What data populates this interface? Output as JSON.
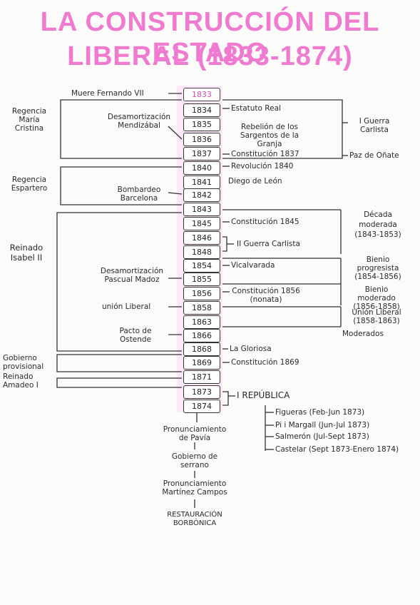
{
  "title": {
    "line1": "LA CONSTRUCCIÓN DEL ESTADO",
    "line2": "LIBERAL (1833-1874)"
  },
  "years": [
    "1833",
    "1834",
    "1835",
    "1836",
    "1837",
    "1840",
    "1841",
    "1842",
    "1843",
    "1845",
    "1846",
    "1848",
    "1854",
    "1855",
    "1856",
    "1858",
    "1863",
    "1866",
    "1868",
    "1869",
    "1871",
    "1873",
    "1874"
  ],
  "periods": {
    "regencia_maria_cristina": "Regencia\nMaría\nCristina",
    "regencia_espartero": "Regencia\nEspartero",
    "reinado_isabel": "Reinado\nIsabel II",
    "gobierno_provisional": "Gobierno\nprovisional",
    "reinado_amadeo": "Reinado\nAmadeo I"
  },
  "left_events": {
    "muere_fernando": "Muere Fernando VII",
    "desamortizacion_mendizabal": "Desamortización\nMendizábal",
    "bombardeo_barcelona": "Bombardeo\nBarcelona",
    "desamortizacion_madoz": "Desamortización\nPascual Madoz",
    "union_liberal": "unión Liberal",
    "pacto_ostende": "Pacto de\nOstende"
  },
  "right_events": {
    "estatuto_real": "Estatuto Real",
    "rebelion_granja": "Rebelión de los\nSargentos de la\nGranja",
    "constitucion_1837": "Constitución 1837",
    "revolucion_1840": "Revolución 1840",
    "diego_leon": "Diego de León",
    "constitucion_1845": "Constitución 1845",
    "guerra_carlista_2": "II Guerra Carlista",
    "vicalvarada": "Vicalvarada",
    "constitucion_1856": "Constitución 1856\n(nonata)",
    "la_gloriosa": "La Gloriosa",
    "constitucion_1869": "Constitución 1869",
    "republica": "I REPÚBLICA"
  },
  "far_right": {
    "guerra_carlista_1": "I Guerra\nCarlista",
    "paz_onate": "Paz de Oñate",
    "decada_moderada": "Década\nmoderada\n(1843-1853)",
    "bienio_progresista": "Bienio\nprogresista\n(1854-1856)",
    "bienio_moderado": "Bienio\nmoderado\n(1856-1858)",
    "union_liberal_period": "Unión Liberal\n(1858-1863)",
    "moderados": "Moderados"
  },
  "presidents": [
    "Figueras (Feb-Jun 1873)",
    "Pi i Margall (Jun-Jul 1873)",
    "Salmerón (Jul-Sept 1873)",
    "Castelar (Sept 1873-Enero 1874)"
  ],
  "aftermath": {
    "pronunciamiento_pavia": "Pronunciamiento\nde Pavía",
    "gobierno_serrano": "Gobierno de\nserrano",
    "pronunciamiento_martinez": "Pronunciamiento\nMartínez Campos",
    "restauracion": "RESTAURACIÓN\nBORBÓNICA"
  },
  "colors": {
    "title": "#f07ad0",
    "year_highlight": "#fce8f7",
    "year_text": "#d24fb5"
  }
}
